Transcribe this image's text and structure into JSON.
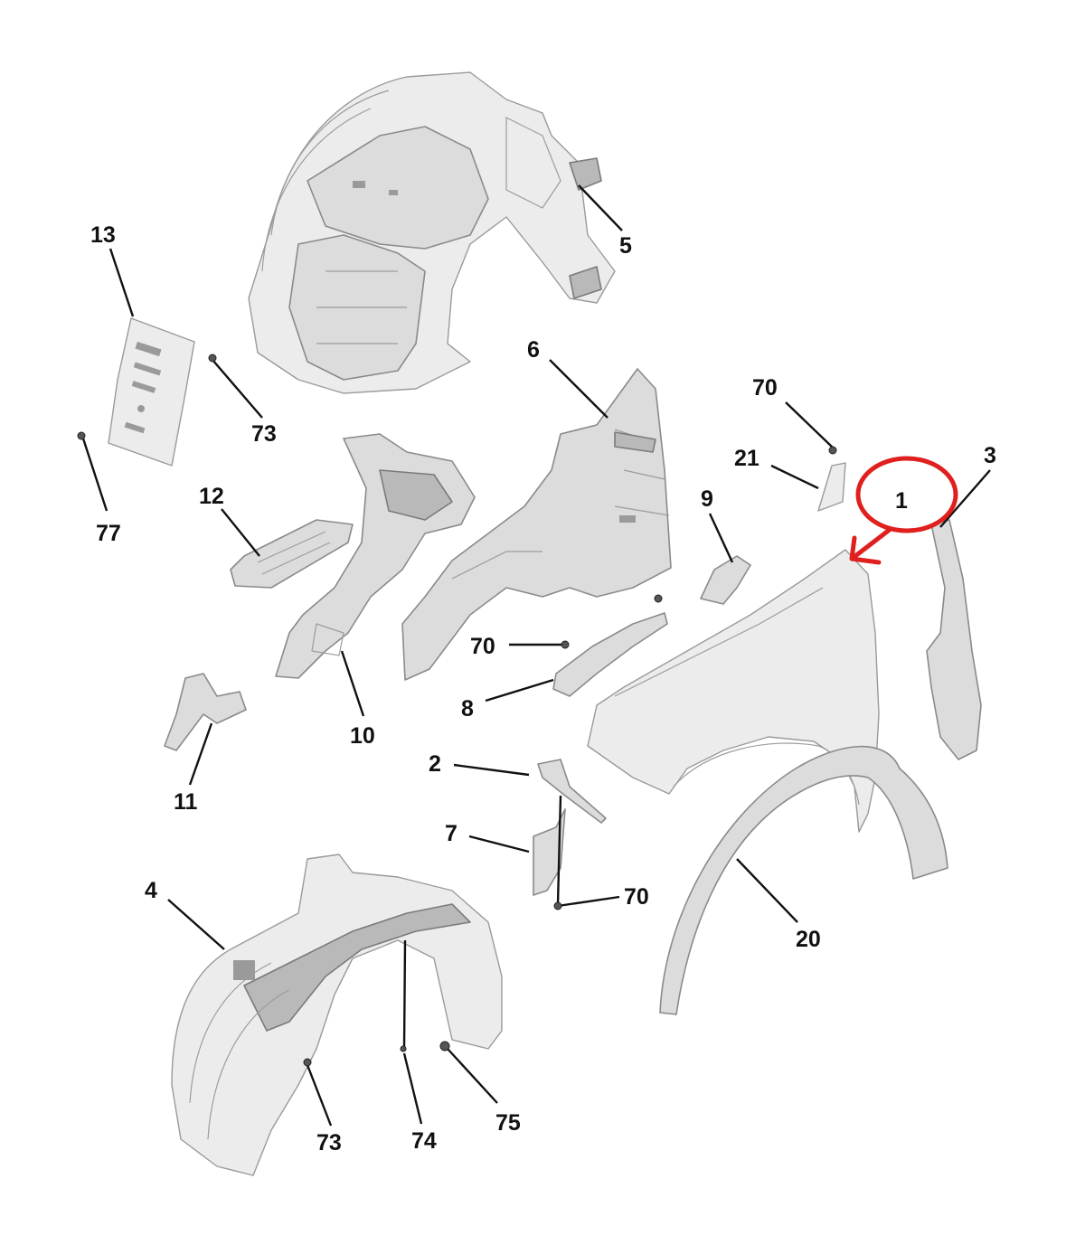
{
  "callouts": [
    {
      "id": "13",
      "text": "13"
    },
    {
      "id": "77",
      "text": "77"
    },
    {
      "id": "73-top",
      "text": "73"
    },
    {
      "id": "5",
      "text": "5"
    },
    {
      "id": "6",
      "text": "6"
    },
    {
      "id": "12",
      "text": "12"
    },
    {
      "id": "10",
      "text": "10"
    },
    {
      "id": "11",
      "text": "11"
    },
    {
      "id": "70-top",
      "text": "70"
    },
    {
      "id": "21",
      "text": "21"
    },
    {
      "id": "3",
      "text": "3"
    },
    {
      "id": "1",
      "text": "1"
    },
    {
      "id": "9",
      "text": "9"
    },
    {
      "id": "70-mid",
      "text": "70"
    },
    {
      "id": "8",
      "text": "8"
    },
    {
      "id": "2",
      "text": "2"
    },
    {
      "id": "7",
      "text": "7"
    },
    {
      "id": "70-low",
      "text": "70"
    },
    {
      "id": "20",
      "text": "20"
    },
    {
      "id": "4",
      "text": "4"
    },
    {
      "id": "73-bottom",
      "text": "73"
    },
    {
      "id": "74",
      "text": "74"
    },
    {
      "id": "75",
      "text": "75"
    }
  ],
  "highlight": {
    "target": "1",
    "color": "#e0201e"
  },
  "colors": {
    "part": "#dcdcdc",
    "outline": "#8a8a8a",
    "label": "#111111"
  }
}
